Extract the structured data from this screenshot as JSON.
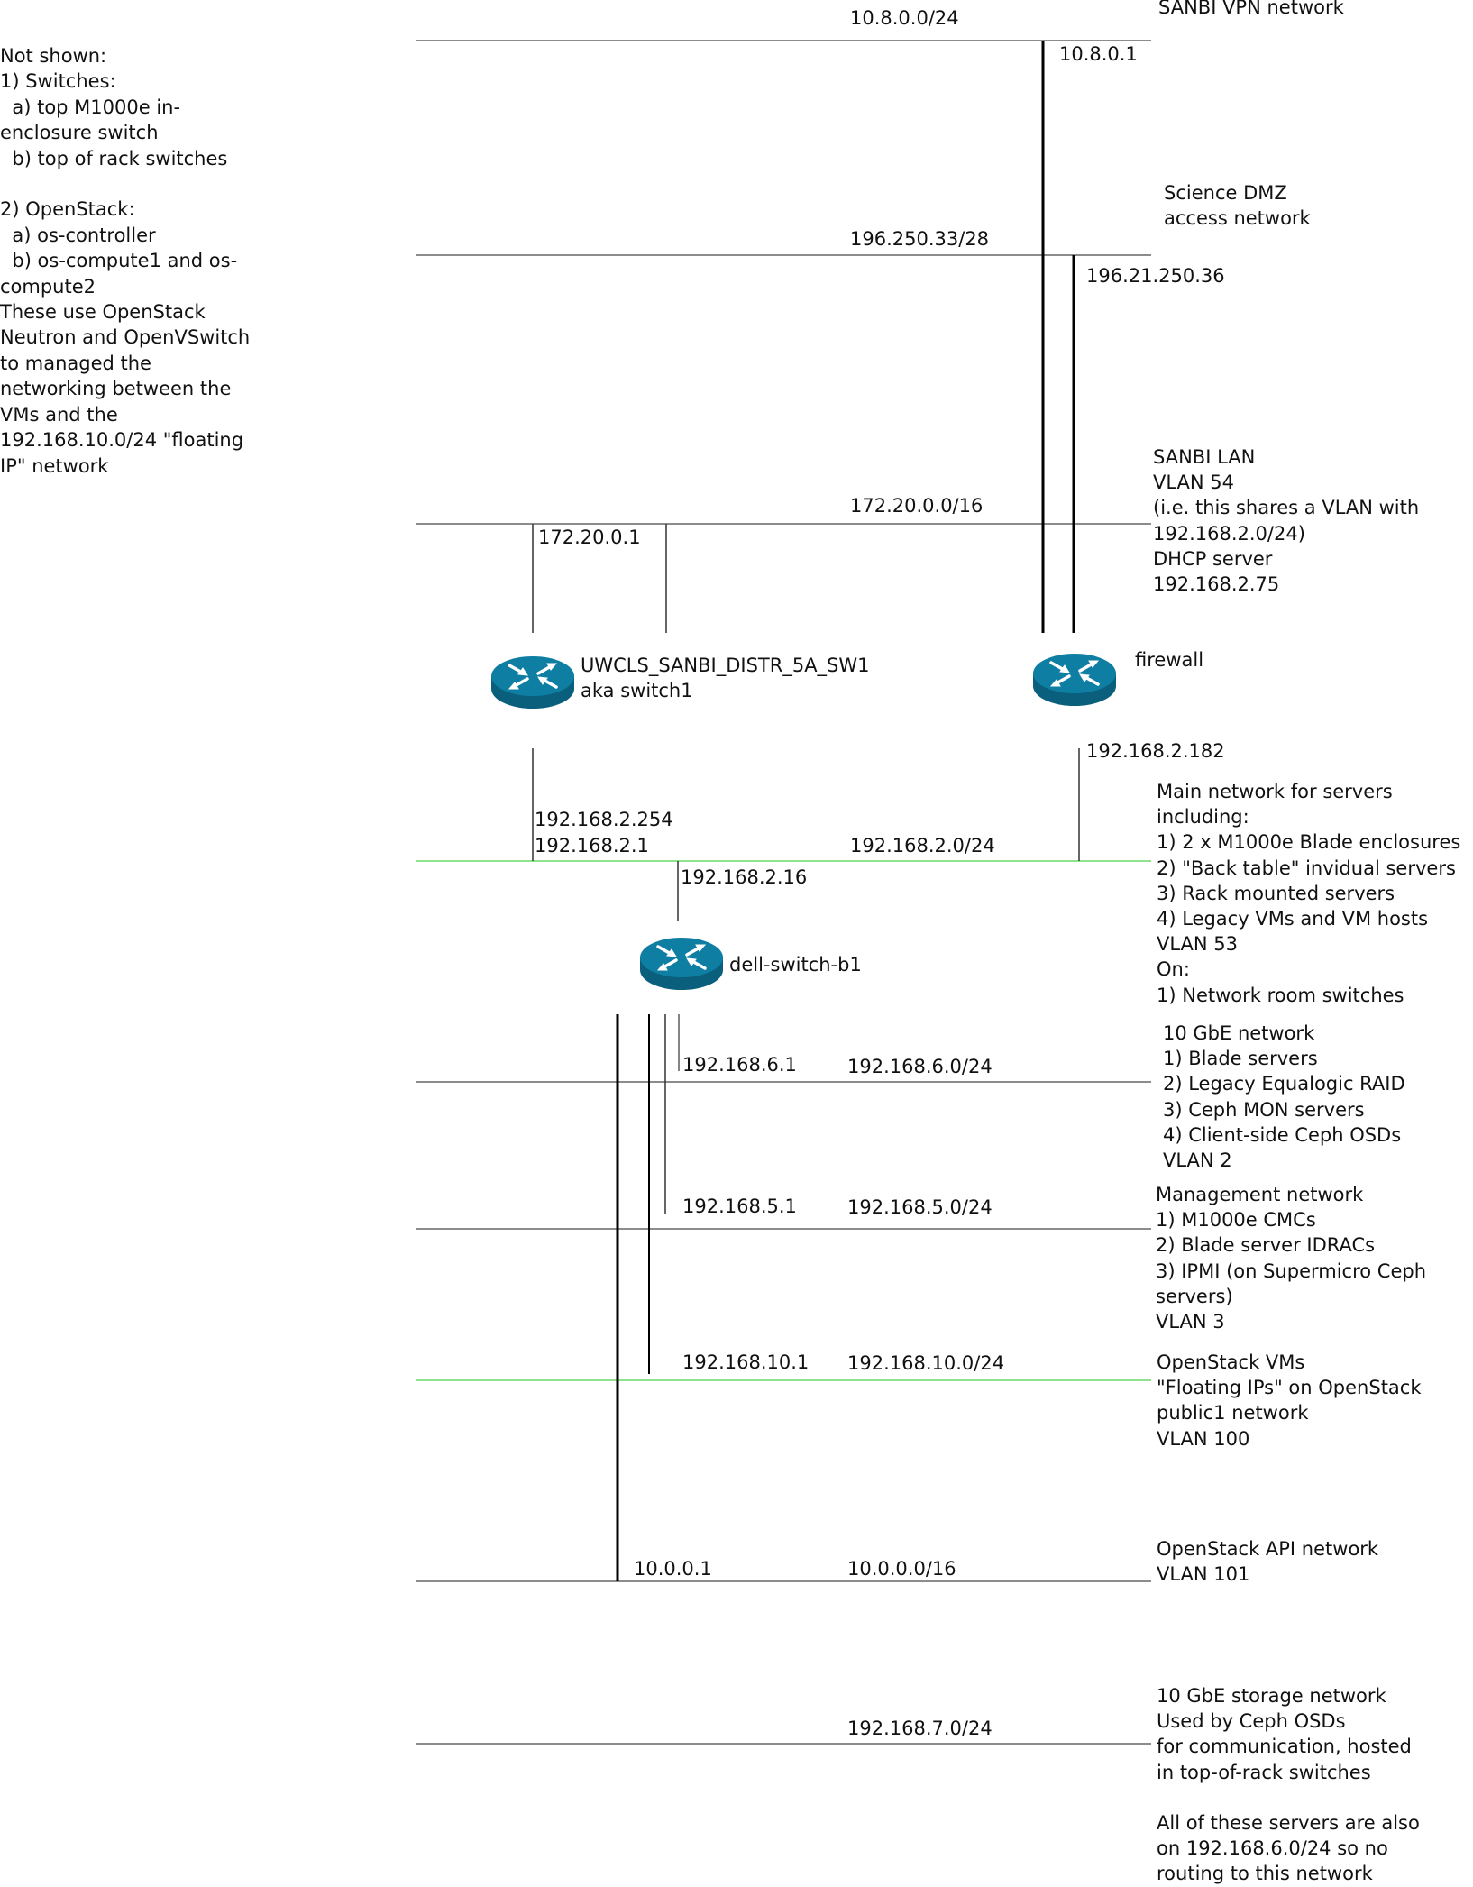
{
  "notes": "Not shown:\n1) Switches:\n  a) top M1000e in-enclosure switch\n  b) top of rack switches\n\n2) OpenStack:\n  a) os-controller\n  b) os-compute1 and os-compute2\nThese use OpenStack Neutron and OpenVSwitch to managed the networking between the VMs and the 192.168.10.0/24 \"floating IP\" network",
  "networks": {
    "vpn": {
      "subnet": "10.8.0.0/24",
      "desc": "SANBI VPN network"
    },
    "dmz": {
      "subnet": "196.250.33/28",
      "desc": "Science DMZ\naccess network"
    },
    "lan": {
      "subnet": "172.20.0.0/16",
      "desc": "SANBI LAN\nVLAN 54\n(i.e. this shares a VLAN with\n192.168.2.0/24)\nDHCP server\n192.168.2.75"
    },
    "main": {
      "subnet": "192.168.2.0/24",
      "desc": "Main network for servers\nincluding:\n1) 2 x M1000e Blade enclosures\n2) \"Back table\" invidual servers\n3) Rack mounted servers\n4) Legacy VMs and VM hosts\nVLAN 53\nOn:\n1) Network room switches"
    },
    "gbe10": {
      "subnet": "192.168.6.0/24",
      "desc": "10 GbE network\n1) Blade servers\n2) Legacy Equalogic RAID\n3) Ceph MON servers\n4) Client-side Ceph OSDs\nVLAN 2"
    },
    "mgmt": {
      "subnet": "192.168.5.0/24",
      "desc": "Management network\n1) M1000e CMCs\n2) Blade server IDRACs\n3) IPMI (on Supermicro Ceph\nservers)\nVLAN 3"
    },
    "osvms": {
      "subnet": "192.168.10.0/24",
      "desc": "OpenStack VMs\n\"Floating IPs\" on OpenStack\npublic1 network\nVLAN 100"
    },
    "osapi": {
      "subnet": "10.0.0.0/16",
      "desc": "OpenStack API network\nVLAN 101"
    },
    "storage": {
      "subnet": "192.168.7.0/24",
      "desc": "10 GbE storage network\nUsed by Ceph OSDs\nfor communication, hosted\nin top-of-rack switches\n\nAll of these servers are also\non 192.168.6.0/24 so no\nrouting to this network"
    }
  },
  "devices": {
    "switch1": {
      "name": "UWCLS_SANBI_DISTR_5A_SW1",
      "alias": "aka switch1"
    },
    "firewall": {
      "name": "firewall"
    },
    "dellswitch": {
      "name": "dell-switch-b1"
    }
  },
  "addresses": {
    "fw_vpn": "10.8.0.1",
    "fw_dmz": "196.21.250.36",
    "sw1_lan": "172.20.0.1",
    "fw_main": "192.168.2.182",
    "sw1_main_a": "192.168.2.254",
    "sw1_main_b": "192.168.2.1",
    "dell_main": "192.168.2.16",
    "dell_gbe": "192.168.6.1",
    "dell_mgmt": "192.168.5.1",
    "dell_osvms": "192.168.10.1",
    "dell_osapi": "10.0.0.1"
  },
  "colors": {
    "router": "#0e7ea3",
    "router_dark": "#0a5f7d",
    "bus_default": "#666666",
    "bus_vlan": "#8fe38f",
    "link": "#000000"
  }
}
